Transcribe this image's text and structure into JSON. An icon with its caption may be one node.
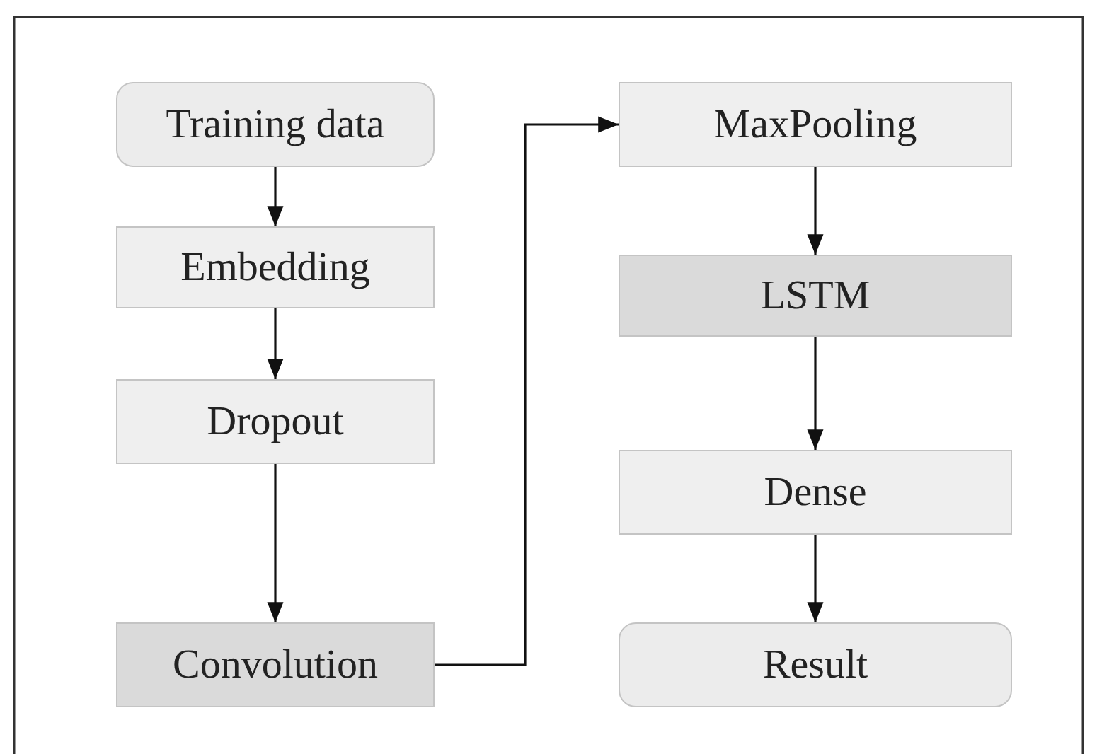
{
  "diagram": {
    "nodes": [
      {
        "text": [
          "Training data"
        ]
      },
      {
        "text": [
          "Embedding"
        ]
      },
      {
        "text": [
          "Dropout"
        ]
      },
      {
        "text": [
          "Convolution"
        ]
      },
      {
        "text": [
          "MaxPooling"
        ]
      },
      {
        "text": [
          "LSTM"
        ]
      },
      {
        "text": [
          "Dense"
        ]
      },
      {
        "text": [
          "Result"
        ]
      }
    ],
    "edges": [
      {
        "from": 0,
        "to": 1,
        "arrow": "to"
      },
      {
        "from": 1,
        "to": 2,
        "arrow": "to"
      },
      {
        "from": 2,
        "to": 3,
        "arrow": "to"
      },
      {
        "from": 3,
        "to": 4,
        "arrow": "to"
      },
      {
        "from": 4,
        "to": 5,
        "arrow": "to"
      },
      {
        "from": 5,
        "to": 6,
        "arrow": "to"
      },
      {
        "from": 6,
        "to": 7,
        "arrow": "to"
      }
    ]
  }
}
